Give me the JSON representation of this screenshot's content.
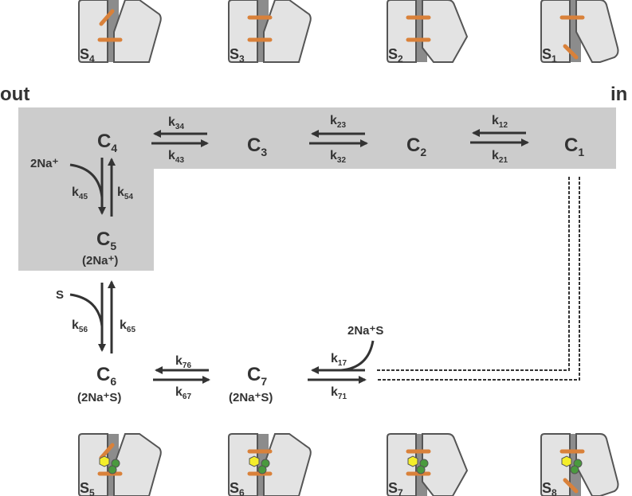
{
  "labels": {
    "out": "out",
    "in": "in"
  },
  "colors": {
    "shaded_region": "#cccccc",
    "text": "#333333",
    "gate": "#d9813a",
    "sodium": "#4a9a3e",
    "substrate": "#f4ee2a",
    "domain_light": "#e3e3e3",
    "domain_dark": "#8c8c8c",
    "outline": "#555555"
  },
  "states": [
    {
      "id": "C1",
      "main": "C",
      "sub": "1",
      "occupancy": ""
    },
    {
      "id": "C2",
      "main": "C",
      "sub": "2",
      "occupancy": ""
    },
    {
      "id": "C3",
      "main": "C",
      "sub": "3",
      "occupancy": ""
    },
    {
      "id": "C4",
      "main": "C",
      "sub": "4",
      "occupancy": ""
    },
    {
      "id": "C5",
      "main": "C",
      "sub": "5",
      "occupancy": "(2Na⁺)"
    },
    {
      "id": "C6",
      "main": "C",
      "sub": "6",
      "occupancy": "(2Na⁺S)"
    },
    {
      "id": "C7",
      "main": "C",
      "sub": "7",
      "occupancy": "(2Na⁺S)"
    }
  ],
  "rate_constants": [
    {
      "id": "k34",
      "main": "k",
      "sub": "34"
    },
    {
      "id": "k43",
      "main": "k",
      "sub": "43"
    },
    {
      "id": "k23",
      "main": "k",
      "sub": "23"
    },
    {
      "id": "k32",
      "main": "k",
      "sub": "32"
    },
    {
      "id": "k12",
      "main": "k",
      "sub": "12"
    },
    {
      "id": "k21",
      "main": "k",
      "sub": "21"
    },
    {
      "id": "k45",
      "main": "k",
      "sub": "45"
    },
    {
      "id": "k54",
      "main": "k",
      "sub": "54"
    },
    {
      "id": "k56",
      "main": "k",
      "sub": "56"
    },
    {
      "id": "k65",
      "main": "k",
      "sub": "65"
    },
    {
      "id": "k76",
      "main": "k",
      "sub": "76"
    },
    {
      "id": "k67",
      "main": "k",
      "sub": "67"
    },
    {
      "id": "k17",
      "main": "k",
      "sub": "17"
    },
    {
      "id": "k71",
      "main": "k",
      "sub": "71"
    }
  ],
  "substrates": {
    "na_binding": "2Na⁺",
    "s_binding": "S",
    "release": "2Na⁺S"
  },
  "cartoons": [
    {
      "id": "S4",
      "main": "S",
      "sub": "4",
      "ions": false
    },
    {
      "id": "S3",
      "main": "S",
      "sub": "3",
      "ions": false
    },
    {
      "id": "S2",
      "main": "S",
      "sub": "2",
      "ions": false
    },
    {
      "id": "S1",
      "main": "S",
      "sub": "1",
      "ions": false
    },
    {
      "id": "S5",
      "main": "S",
      "sub": "5",
      "ions": true
    },
    {
      "id": "S6",
      "main": "S",
      "sub": "6",
      "ions": true
    },
    {
      "id": "S7",
      "main": "S",
      "sub": "7",
      "ions": true
    },
    {
      "id": "S8",
      "main": "S",
      "sub": "8",
      "ions": true
    }
  ]
}
